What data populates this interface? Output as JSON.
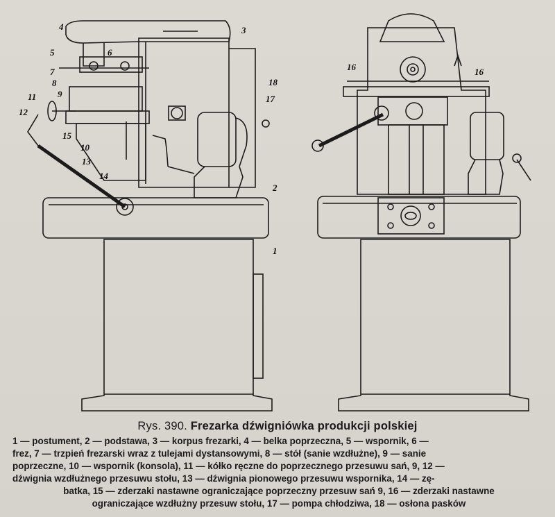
{
  "figure": {
    "caption_number": "Rys. 390.",
    "caption_title": "Frezarka dźwigniówka produkcji polskiej",
    "legend_lines": [
      "1 — postument, 2 — podstawa, 3 — korpus frezarki, 4 — belka poprzeczna, 5 — wspornik, 6 —",
      "frez, 7 — trzpień frezarski wraz z tulejami dystansowymi, 8 — stół (sanie wzdłużne), 9 — sanie",
      "poprzeczne, 10 — wspornik (konsola), 11 — kółko ręczne do poprzecznego przesuwu sań, 9, 12 —",
      "dźwignia wzdłużnego przesuwu stołu, 13 — dźwignia pionowego przesuwu wspornika, 14 — zę-",
      "batka, 15 — zderzaki nastawne ograniczające poprzeczny przesuw sań 9, 16 — zderzaki nastawne",
      "ograniczające wzdłużny przesuw stołu, 17 — pompa chłodziwa, 18 — osłona pasków"
    ],
    "callouts_left": [
      "4",
      "5",
      "6",
      "7",
      "8",
      "9",
      "11",
      "12",
      "15",
      "10",
      "13",
      "14",
      "3",
      "18",
      "17",
      "2",
      "1"
    ],
    "callouts_right": [
      "16",
      "16"
    ]
  }
}
